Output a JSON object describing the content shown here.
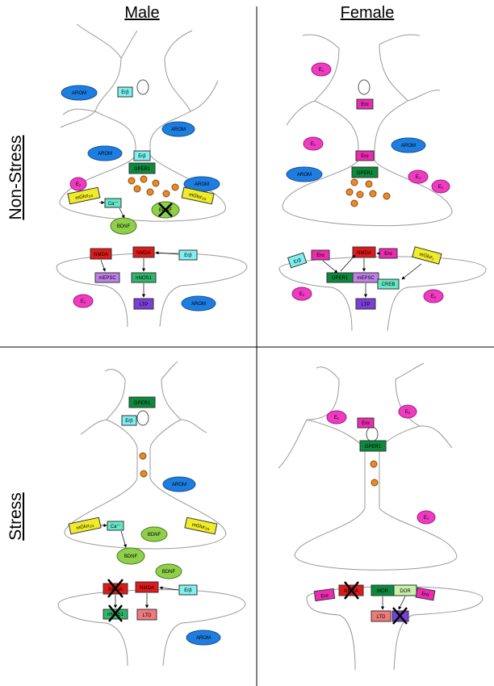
{
  "headers": {
    "male": "Male",
    "female": "Female"
  },
  "rows": {
    "non_stress": "Non-Stress",
    "stress": "Stress"
  },
  "labels": {
    "arom": "AROM",
    "er_beta": "Erβ",
    "er_alpha": "Erα",
    "gper1": "GPER1",
    "e2": "E",
    "e2_sub": "2",
    "mglur": "mGlur",
    "mglur_23": "2/3",
    "mglur_1": "1",
    "ca": "Ca",
    "ca_sup": "++",
    "bdnf": "BDNF",
    "nmda": "NMDA",
    "mepsc": "mEPSC",
    "nnos1": "nNOS1",
    "ltp": "LTP",
    "ltd": "LTD",
    "creb": "CREB",
    "mor": "MOR",
    "dor": "DOR"
  },
  "colors": {
    "arom": "#1e7ee0",
    "er_beta": "#7ff0f0",
    "er_alpha": "#ec2bb3",
    "gper1": "#0b8a3c",
    "e2": "#ee3bc0",
    "mglur": "#f0ec2a",
    "ca": "#66e8c8",
    "bdnf": "#8fd04a",
    "nmda": "#e01a1a",
    "mepsc": "#c080e8",
    "nnos1": "#2eb66a",
    "ltp": "#7a3fd6",
    "ltd": "#f07a7a",
    "creb": "#66e8c8",
    "mor": "#0b8a3c",
    "dor": "#c8f0a8",
    "vesicle": "#e88a2a"
  }
}
